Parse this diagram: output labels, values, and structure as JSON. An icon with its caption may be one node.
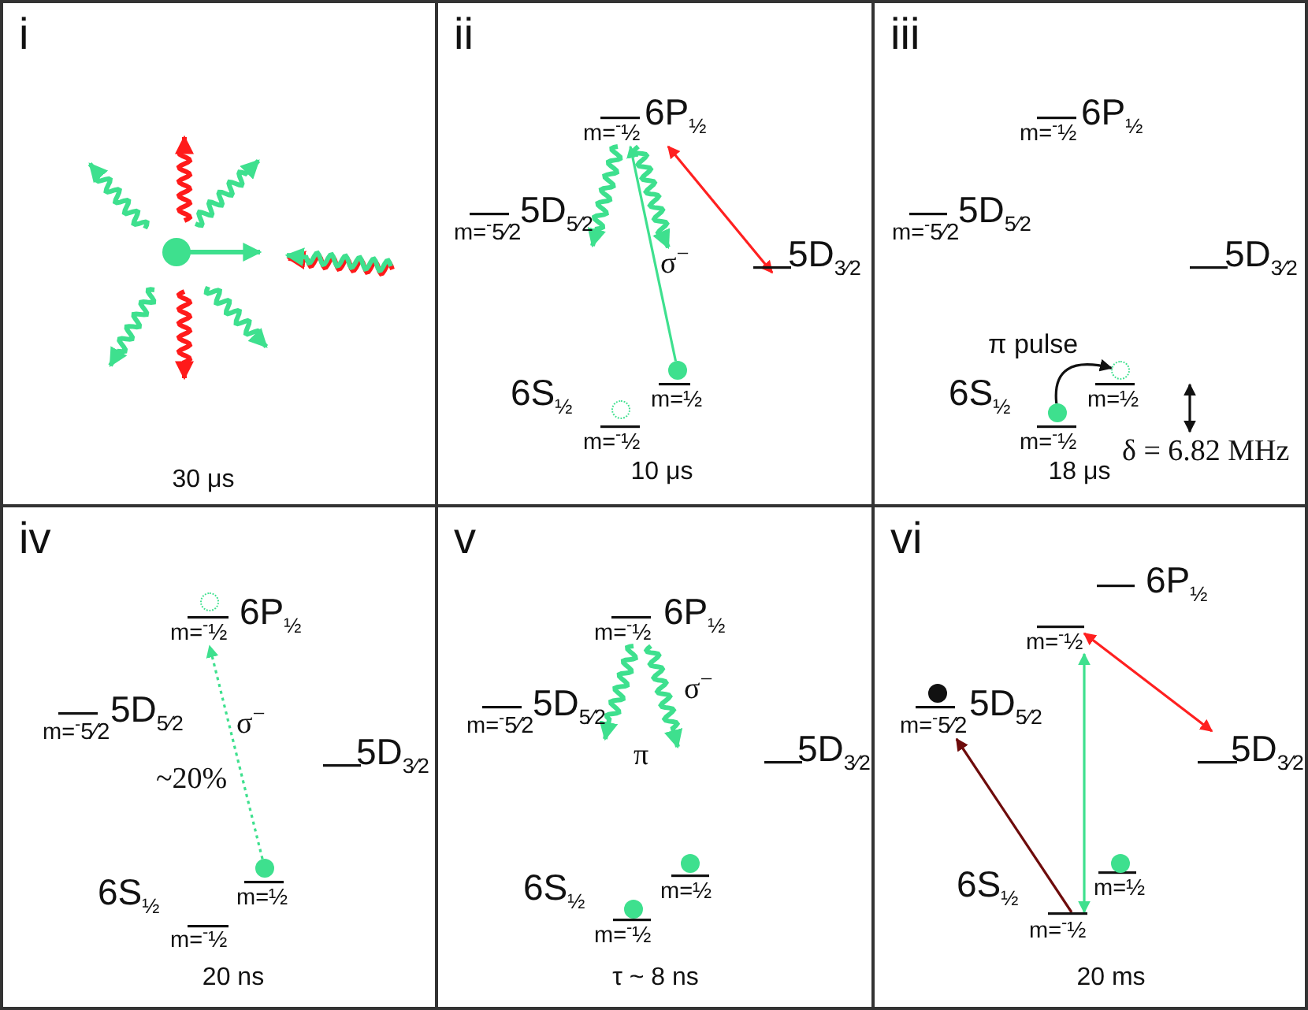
{
  "diagram": {
    "nodes": [
      {
        "text": [
          "i",
          "30 μs"
        ]
      },
      {
        "text": [
          "ii",
          "10 μs"
        ]
      },
      {
        "text": [
          "6P$_{½}$",
          "m=$^{-}$½"
        ],
        "in": 1
      },
      {
        "text": [
          "5D$_{5⁄2}$",
          "m=$^{-}$5⁄2"
        ],
        "in": 1
      },
      {
        "text": [
          "5D$_{3⁄2}$"
        ],
        "in": 1
      },
      {
        "text": [
          "m=½"
        ],
        "in": 1
      },
      {
        "text": [
          "m=$^{-}$½"
        ],
        "in": 1
      },
      {
        "text": [],
        "shape": "circle",
        "in": 1
      },
      {
        "text": [],
        "shape": "circle",
        "in": 1
      },
      {
        "text": [
          "iii",
          "18 μs"
        ]
      },
      {
        "text": [
          "6P$_{½}$",
          "m=$^{-}$½"
        ],
        "in": 9
      },
      {
        "text": [
          "5D$_{5⁄2}$",
          "m=$^{-}$5⁄2"
        ],
        "in": 9
      },
      {
        "text": [
          "5D$_{3⁄2}$"
        ],
        "in": 9
      },
      {
        "text": [
          "m=½"
        ],
        "in": 9
      },
      {
        "text": [
          "m=$^{-}$½"
        ],
        "in": 9
      },
      {
        "text": [],
        "shape": "circle",
        "in": 9
      },
      {
        "text": [],
        "shape": "circle",
        "in": 9
      },
      {
        "text": [
          "iv",
          "20 ns"
        ]
      },
      {
        "text": [
          "6P$_{½}$",
          "m=$^{-}$½"
        ],
        "in": 17
      },
      {
        "text": [
          "5D$_{5⁄2}$",
          "m=$^{-}$5⁄2"
        ],
        "in": 17
      },
      {
        "text": [
          "5D$_{3⁄2}$"
        ],
        "in": 17
      },
      {
        "text": [
          "m=½"
        ],
        "in": 17
      },
      {
        "text": [
          "m=$^{-}$½"
        ],
        "in": 17
      },
      {
        "text": [],
        "shape": "circle",
        "in": 18
      },
      {
        "text": [],
        "shape": "circle",
        "in": 17
      },
      {
        "text": [
          "v",
          "τ ~ 8 ns"
        ]
      },
      {
        "text": [
          "6P$_{½}$",
          "m=$^{-}$½"
        ],
        "in": 25
      },
      {
        "text": [
          "5D$_{5⁄2}$",
          "m=$^{-}$5⁄2"
        ],
        "in": 25
      },
      {
        "text": [
          "5D$_{3⁄2}$"
        ],
        "in": 25
      },
      {
        "text": [
          "m=½"
        ],
        "in": 25
      },
      {
        "text": [
          "m=$^{-}$½"
        ],
        "in": 25
      },
      {
        "text": [],
        "shape": "circle",
        "in": 25
      },
      {
        "text": [],
        "shape": "circle",
        "in": 25
      },
      {
        "text": [
          "vi",
          "20 ms"
        ]
      },
      {
        "text": [
          "6P$_{½}$"
        ],
        "in": 33
      },
      {
        "text": [
          "m=$^{-}$½"
        ],
        "in": 33
      },
      {
        "text": [
          "5D$_{5⁄2}$",
          "m=$^{-}$5⁄2"
        ],
        "in": 33
      },
      {
        "text": [
          "5D$_{3⁄2}$"
        ],
        "in": 33
      },
      {
        "text": [
          "m=½"
        ],
        "in": 33
      },
      {
        "text": [
          "m=$^{-}$½"
        ],
        "in": 33
      },
      {
        "text": [],
        "shape": "circle",
        "in": 36
      },
      {
        "text": [],
        "shape": "circle",
        "in": 33
      }
    ],
    "edges": [
      {
        "from": 7,
        "to": 2,
        "arrow": "to"
      },
      {
        "from": 2,
        "to": 4,
        "arrow": "both",
        "color": "#ff2020"
      },
      {
        "from": 2,
        "to": 3,
        "arrow": "to"
      },
      {
        "from": 2,
        "to": null,
        "arrow": "to",
        "label": "σ$^{−}$"
      },
      {
        "from": 16,
        "to": 15,
        "arrow": "to",
        "label": "π pulse",
        "color": "#111111"
      },
      {
        "from": 24,
        "to": 18,
        "arrow": "to",
        "label": "σ$^{−}$",
        "style": "dashed"
      },
      {
        "from": 26,
        "to": 27,
        "arrow": "to",
        "label": "π"
      },
      {
        "from": 26,
        "to": null,
        "arrow": "to",
        "label": "σ$^{−}$"
      },
      {
        "from": 39,
        "to": 35,
        "arrow": "both"
      },
      {
        "from": 35,
        "to": 37,
        "arrow": "both",
        "color": "#ff2020"
      },
      {
        "from": 39,
        "to": 36,
        "arrow": "to",
        "color": "#6e0b0b"
      }
    ],
    "labels": [
      "6S$_{½}$",
      "6S$_{½}$",
      "δ = 6.82 MHz",
      "6S$_{½}$",
      "~20%",
      "6S$_{½}$",
      "6S$_{½}$"
    ]
  }
}
